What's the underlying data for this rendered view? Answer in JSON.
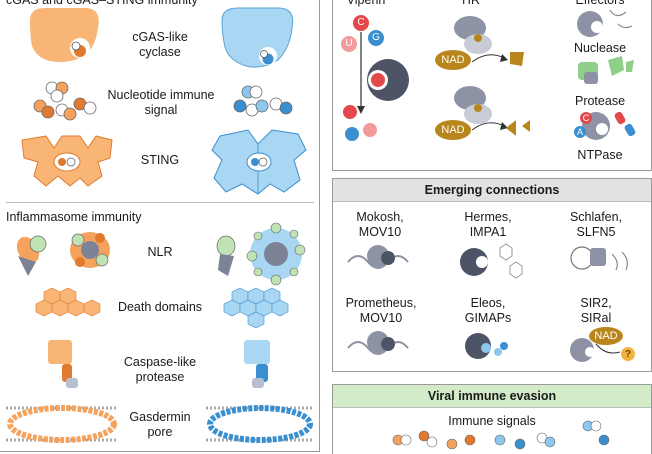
{
  "left_panel": {
    "section_title_cgas": "cGAS and cGAS–STING immunity",
    "cgas_like_cyclase": [
      "cGAS-like",
      "cyclase"
    ],
    "nucleotide_signal": [
      "Nucleotide immune",
      "signal"
    ],
    "sting": "STING",
    "section_title_inflammasome": "Inflammasome immunity",
    "nlr": "NLR",
    "death_domains": "Death domains",
    "caspase_like_protease": [
      "Caspase-like",
      "protease"
    ],
    "gasdermin_pore": [
      "Gasdermin",
      "pore"
    ]
  },
  "top_right_panel": {
    "viperin": "Viperin",
    "tir": "TIR",
    "effectors": "Effectors",
    "nucleotide_c": "C",
    "nucleotide_u": "U",
    "nucleotide_g": "G",
    "nad_1": "NAD",
    "nad_2": "NAD",
    "nuclease": "Nuclease",
    "protease": "Protease",
    "ntpase": "NTPase",
    "ntpase_a": "A",
    "ntpase_c": "C"
  },
  "emerging_panel": {
    "title": "Emerging connections",
    "mokosh": [
      "Mokosh,",
      "MOV10"
    ],
    "hermes": [
      "Hermes,",
      "IMPA1"
    ],
    "schlafen": [
      "Schlafen,",
      "SLFN5"
    ],
    "prometheus": [
      "Prometheus,",
      "MOV10"
    ],
    "eleos": [
      "Eleos,",
      "GIMAPs"
    ],
    "sir2": [
      "SIR2,",
      "SIRal"
    ],
    "nad": "NAD",
    "unknown_product": "?"
  },
  "evasion_panel": {
    "title": "Viral immune evasion",
    "immune_signals": "Immune signals"
  },
  "colors": {
    "orange": "#f4a25d",
    "orange_dark": "#e07a2e",
    "blue": "#8cc8ee",
    "blue_dark": "#3a8fd0",
    "grey": "#8d93a5",
    "grey_dark": "#4d5466",
    "gold": "#b8861a",
    "green": "#8fcf8a",
    "header_grey": "#e2e2e2",
    "header_green": "#d3ebc9",
    "red": "#e3484a"
  }
}
